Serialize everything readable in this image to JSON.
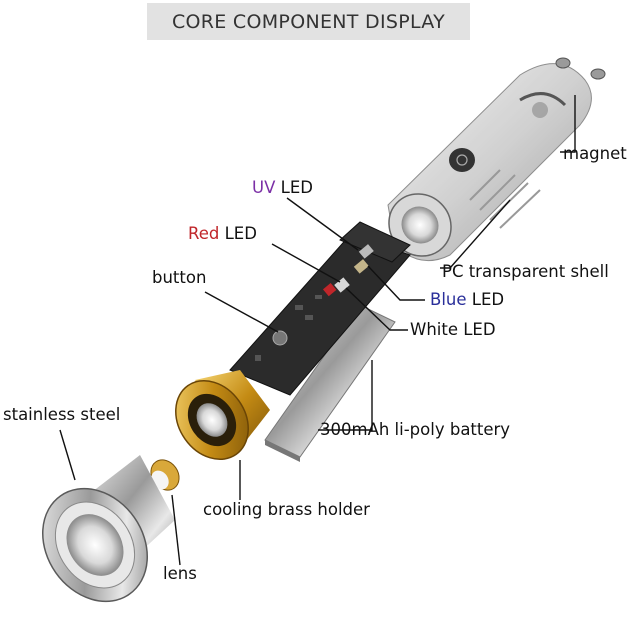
{
  "title": "CORE COMPONENT DISPLAY",
  "labels": {
    "magnet": "magnet",
    "uv_colored": "UV",
    "uv_rest": " LED",
    "red_colored": "Red",
    "red_rest": " LED",
    "button": "button",
    "pc_shell": "PC transparent shell",
    "blue_colored": "Blue",
    "blue_rest": " LED",
    "white_led": "White LED",
    "stainless_steel": "stainless steel",
    "battery": "300mAh li-poly battery",
    "brass_holder": "cooling brass holder",
    "lens": "lens"
  },
  "colors": {
    "uv": "#7b2fa6",
    "red": "#c0262a",
    "blue": "#2a2f9a",
    "brass": "#d4a02a",
    "steel": "#b8b8b8",
    "pcb": "#2b2b2b"
  }
}
